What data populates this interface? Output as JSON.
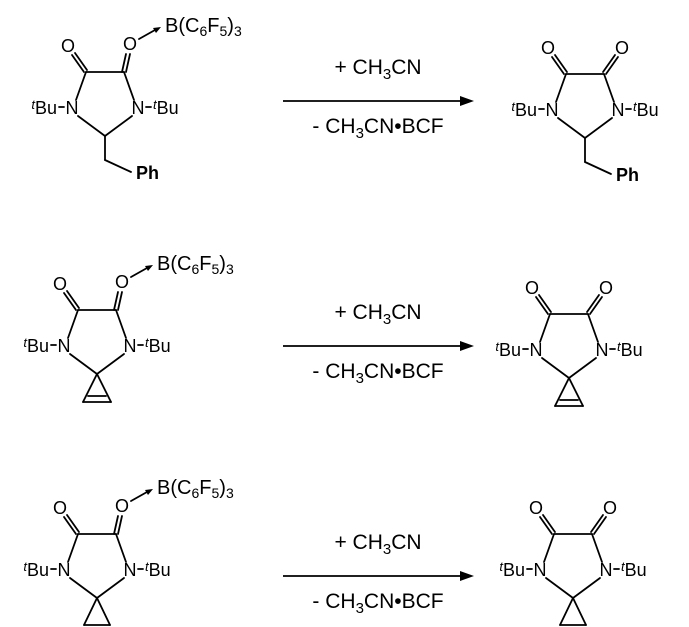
{
  "atoms": {
    "oxygen": "O",
    "nitrogen": "N",
    "tbu_sup": "t",
    "tbu_main": "Bu",
    "phenyl": "Ph"
  },
  "borane": {
    "p1": "B(C",
    "s1": "6",
    "p2": "F",
    "s2": "5",
    "p3": ")",
    "s3": "3"
  },
  "conditions": {
    "above_pre": "+ CH",
    "above_sub": "3",
    "above_post": "CN",
    "below_pre": "- CH",
    "below_sub": "3",
    "below_post": "CN•BCF"
  }
}
